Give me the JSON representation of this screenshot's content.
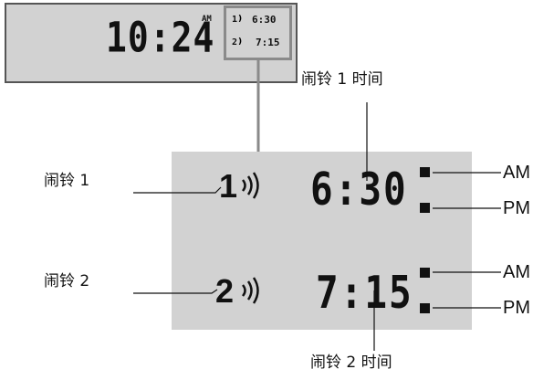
{
  "small_display": {
    "time": "10:24",
    "meridiem": "AM",
    "alarm1_num": "1",
    "alarm1_time": "6:30",
    "alarm2_num": "2",
    "alarm2_time": "7:15"
  },
  "large_display": {
    "alarm1_num": "1",
    "alarm1_time": "6:30",
    "alarm2_num": "2",
    "alarm2_time": "7:15"
  },
  "labels": {
    "alarm1_time_caption": "闹铃 1 时间",
    "alarm2_time_caption": "闹铃 2 时间",
    "alarm1_caption": "闹铃 1",
    "alarm2_caption": "闹铃 2",
    "am1": "AM",
    "pm1": "PM",
    "am2": "AM",
    "pm2": "PM"
  },
  "colors": {
    "lcd_background": "#d2d2d2",
    "highlight_box": "#8a8a8a",
    "text": "#111111"
  }
}
